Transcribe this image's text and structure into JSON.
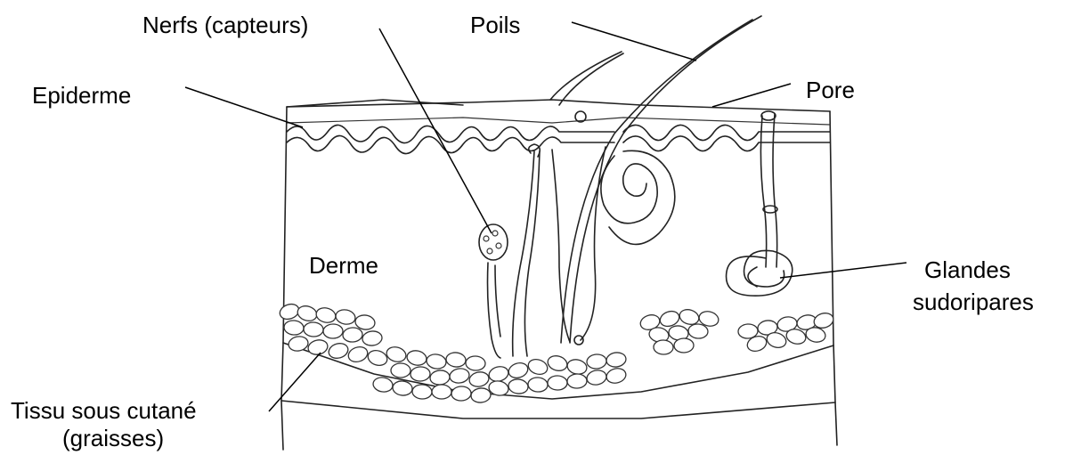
{
  "labels": {
    "nerfs": "Nerfs (capteurs)",
    "poils": "Poils",
    "epiderme": "Epiderme",
    "pore": "Pore",
    "derme": "Derme",
    "glandes_line1": "Glandes",
    "glandes_line2": "sudoripares",
    "tissu_line1": "Tissu sous cutané",
    "tissu_line2": "(graisses)"
  },
  "colors": {
    "ink": "#222222",
    "text": "#000000",
    "background": "#ffffff"
  }
}
